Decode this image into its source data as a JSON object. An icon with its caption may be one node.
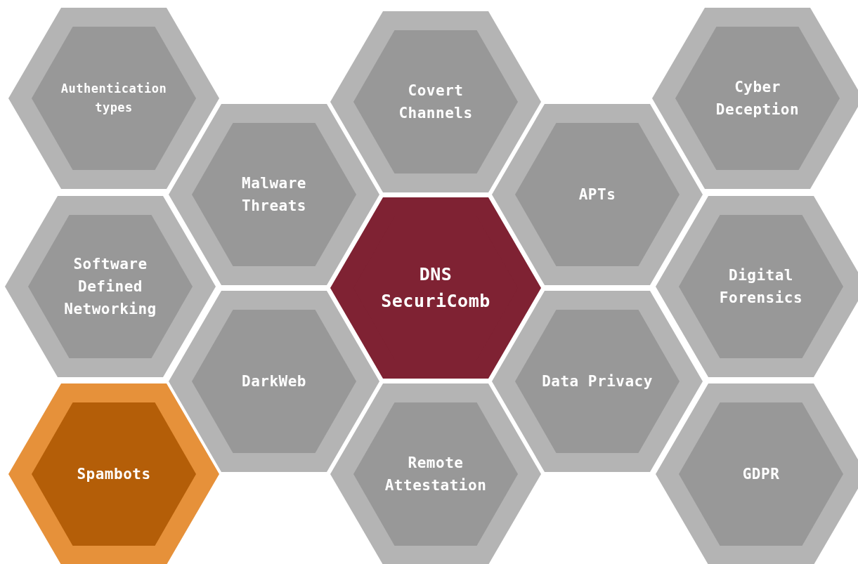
{
  "diagram": {
    "nodes": [
      {
        "text": [
          "Authentication types"
        ]
      },
      {
        "text": [
          "Covert Channels"
        ]
      },
      {
        "text": [
          "Cyber Deception"
        ]
      },
      {
        "text": [
          "Malware Threats"
        ]
      },
      {
        "text": [
          "APTs"
        ]
      },
      {
        "text": [
          "Software Defined Networking"
        ]
      },
      {
        "text": [
          "DNS SecuriComb"
        ]
      },
      {
        "text": [
          "Digital Forensics"
        ]
      },
      {
        "text": [
          "DarkWeb"
        ]
      },
      {
        "text": [
          "Data Privacy"
        ]
      },
      {
        "text": [
          "Spambots"
        ]
      },
      {
        "text": [
          "Remote Attestation"
        ]
      },
      {
        "text": [
          "GDPR"
        ]
      }
    ]
  }
}
